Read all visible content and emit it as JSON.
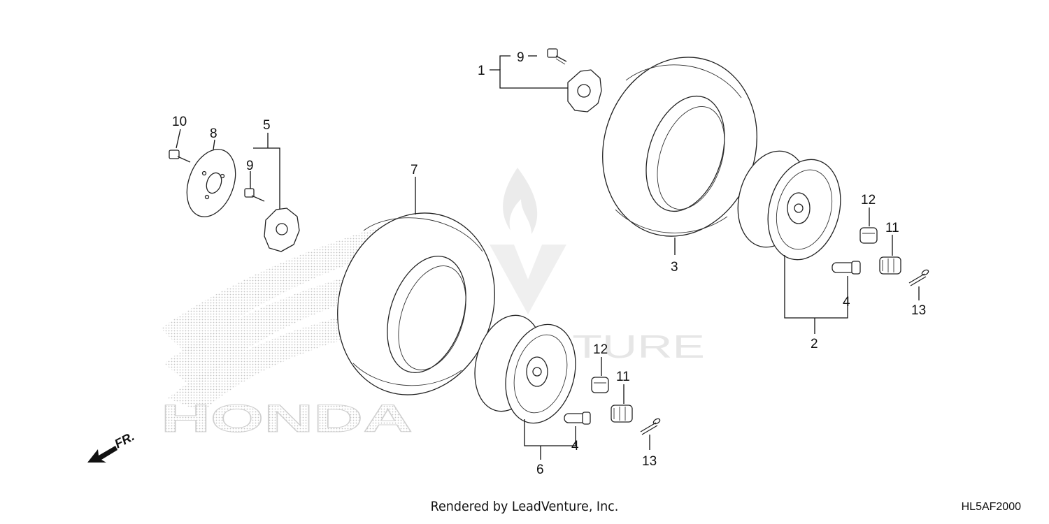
{
  "watermarks": {
    "honda_logo_text": "HONDA",
    "leadventure_text": "LEADVENTURE"
  },
  "direction": {
    "label": "FR."
  },
  "part_labels": {
    "p1": "1",
    "p2": "2",
    "p3": "3",
    "p4a": "4",
    "p4b": "4",
    "p5": "5",
    "p6": "6",
    "p7": "7",
    "p8": "8",
    "p9a": "9",
    "p9b": "9",
    "p10": "10",
    "p11a": "11",
    "p11b": "11",
    "p12a": "12",
    "p12b": "12",
    "p13a": "13",
    "p13b": "13"
  },
  "footer": {
    "credit": "Rendered by LeadVenture, Inc.",
    "diagram_code": "HL5AF2000"
  },
  "colors": {
    "ink": "#222222",
    "watermark": "#dcdcdc",
    "honda_dots": "#c8c8c8"
  }
}
